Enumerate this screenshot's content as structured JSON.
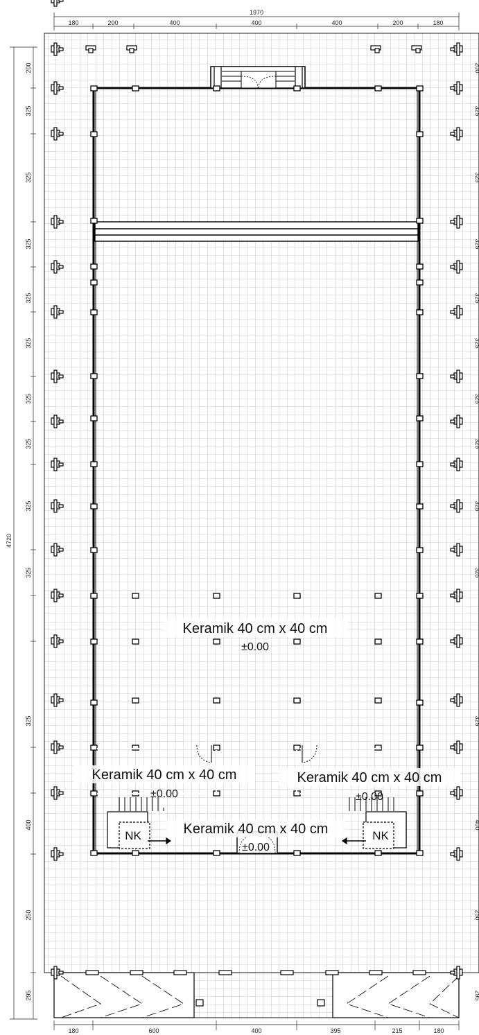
{
  "dimensions": {
    "top_total": "1970",
    "top_segments": [
      "180",
      "200",
      "400",
      "400",
      "400",
      "200",
      "180"
    ],
    "left_total": "4720",
    "left_segments": [
      "200",
      "325",
      "325",
      "325",
      "325",
      "325",
      "325",
      "325",
      "325",
      "325",
      "325",
      "400",
      "250",
      "295"
    ],
    "right_segments": [
      "200",
      "325",
      "325",
      "325",
      "325",
      "325",
      "325",
      "325",
      "325",
      "325",
      "325",
      "400",
      "250",
      "295"
    ],
    "bottom_segments": [
      "180",
      "600",
      "400",
      "395",
      "215",
      "180"
    ]
  },
  "rooms": {
    "main_hall": {
      "material": "Keramik 40 cm x 40 cm",
      "level": "±0.00"
    },
    "left_room": {
      "material": "Keramik 40 cm x 40 cm",
      "level": "±0.00"
    },
    "right_room": {
      "material": "Keramik 40 cm x 40 cm",
      "level": "±0.00"
    },
    "entrance": {
      "material": "Keramik 40 cm x 40 cm",
      "level": "±0.00"
    },
    "toilet_left": {
      "label": "NK"
    },
    "toilet_right": {
      "label": "NK"
    }
  }
}
